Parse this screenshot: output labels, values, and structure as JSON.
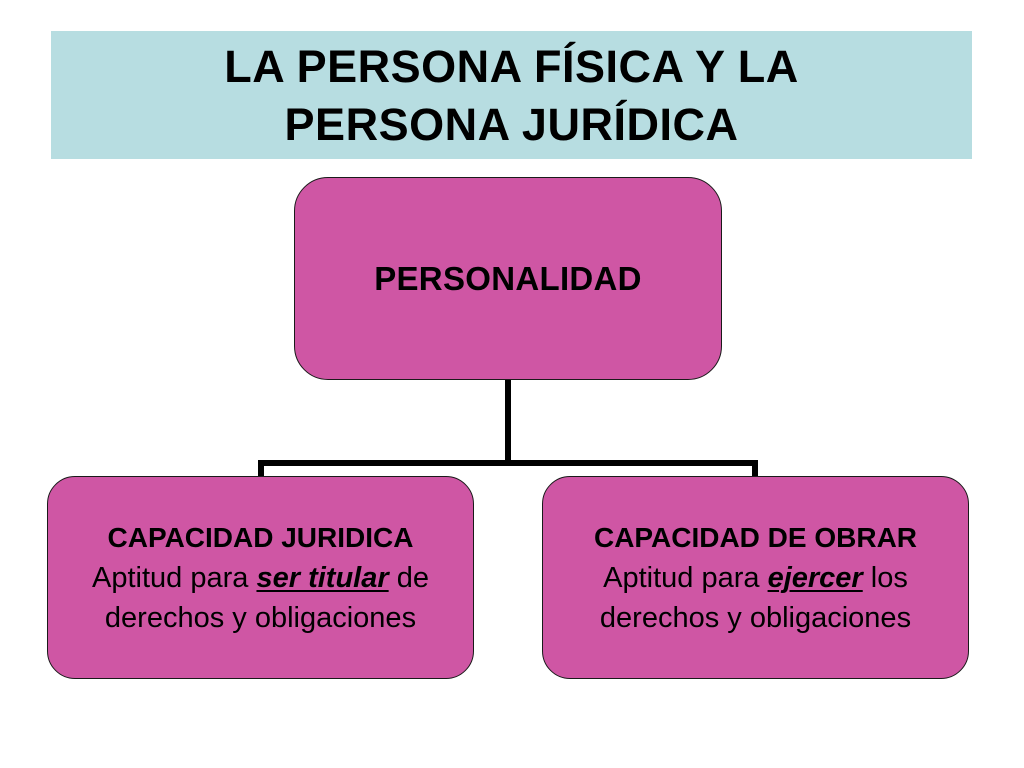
{
  "title": "LA PERSONA FÍSICA Y LA\nPERSONA JURÍDICA",
  "colors": {
    "title_background": "#b7dde1",
    "node_fill": "#cf56a4",
    "connector": "#000000"
  },
  "root": {
    "label": "PERSONALIDAD"
  },
  "children": [
    {
      "heading": "CAPACIDAD JURIDICA",
      "desc_before": "Aptitud para ",
      "desc_emphasis": "ser titular",
      "desc_after": " de derechos y obligaciones"
    },
    {
      "heading": "CAPACIDAD DE OBRAR",
      "desc_before": "Aptitud para ",
      "desc_emphasis": "ejercer",
      "desc_after": " los derechos y obligaciones"
    }
  ]
}
